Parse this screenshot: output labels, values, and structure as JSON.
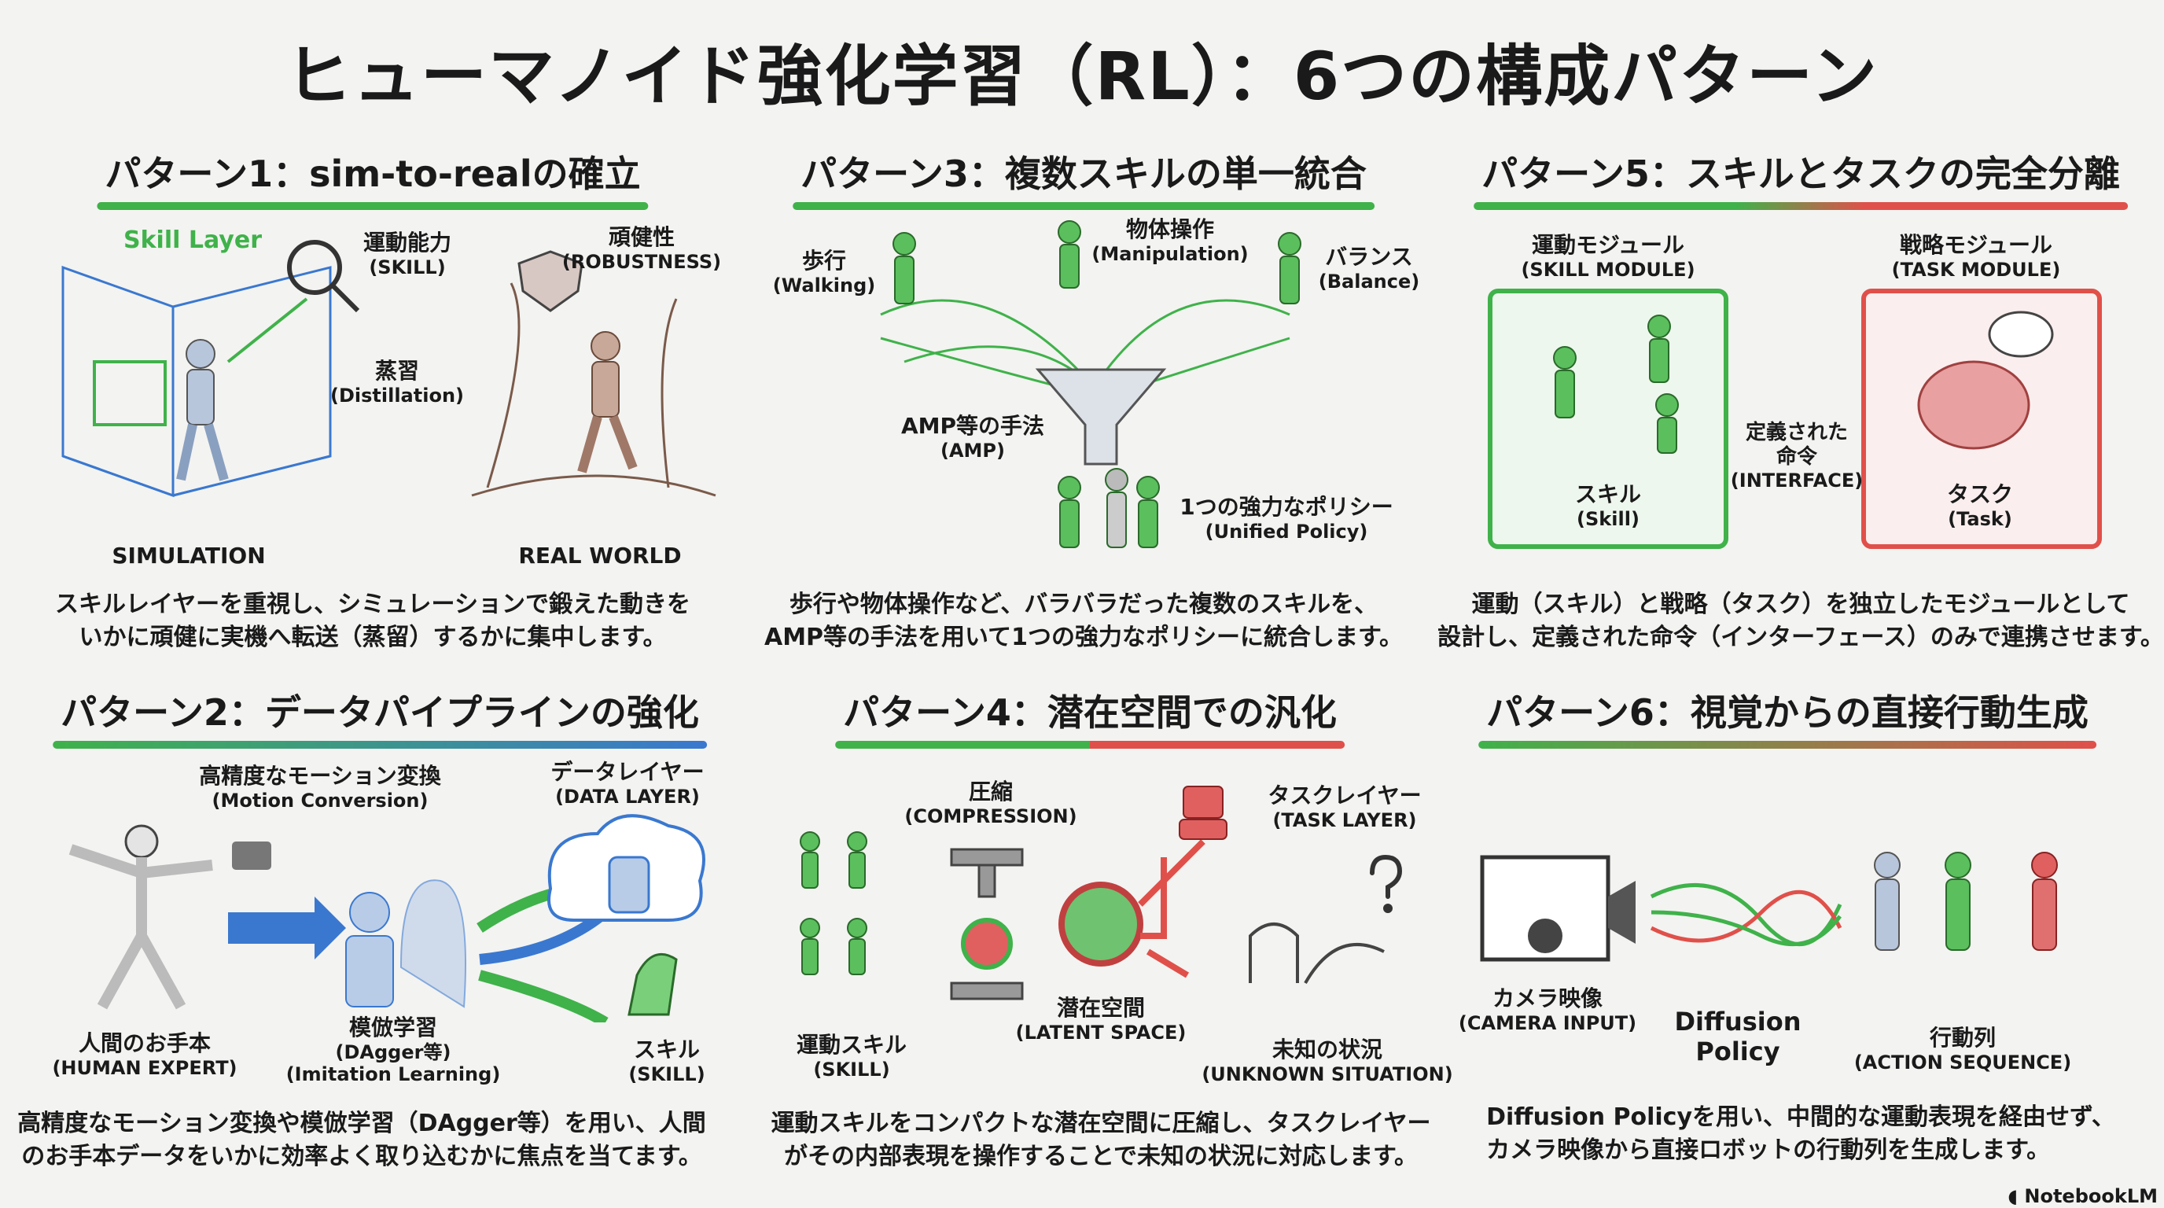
{
  "title": "ヒューマノイド強化学習（RL）：6つの構成パターン",
  "colors": {
    "green": "#3fb24a",
    "blue": "#3a78d0",
    "red": "#e0504a"
  },
  "p1": {
    "heading": "パターン1：sim-to-realの確立",
    "skill_layer": "Skill Layer",
    "skill_jp": "運動能力",
    "skill_en": "(SKILL)",
    "robust_jp": "頑健性",
    "robust_en": "(ROBUSTNESS)",
    "distill_jp": "蒸習",
    "distill_en": "(Distillation)",
    "sim": "SIMULATION",
    "real": "REAL WORLD",
    "desc1": "スキルレイヤーを重視し、シミュレーションで鍛えた動きを",
    "desc2": "いかに頑健に実機へ転送（蒸留）するかに集中します。"
  },
  "p2": {
    "heading": "パターン2：データパイプラインの強化",
    "motion_jp": "高精度なモーション変換",
    "motion_en": "(Motion Conversion)",
    "data_jp": "データレイヤー",
    "data_en": "(DATA LAYER)",
    "human_jp": "人間のお手本",
    "human_en": "(HUMAN EXPERT)",
    "imit_jp": "模倣学習",
    "imit_en1": "(DAgger等)",
    "imit_en2": "(Imitation Learning)",
    "skill_jp": "スキル",
    "skill_en": "(SKILL)",
    "desc1": "高精度なモーション変換や模倣学習（DAgger等）を用い、人間",
    "desc2": "のお手本データをいかに効率よく取り込むかに焦点を当てます。"
  },
  "p3": {
    "heading": "パターン3：複数スキルの単一統合",
    "walk_jp": "歩行",
    "walk_en": "(Walking)",
    "manip_jp": "物体操作",
    "manip_en": "(Manipulation)",
    "bal_jp": "バランス",
    "bal_en": "(Balance)",
    "amp_jp": "AMP等の手法",
    "amp_en": "(AMP)",
    "uni_jp": "1つの強力なポリシー",
    "uni_en": "(Unified Policy)",
    "desc1": "歩行や物体操作など、バラバラだった複数のスキルを、",
    "desc2": "AMP等の手法を用いて1つの強力なポリシーに統合します。"
  },
  "p4": {
    "heading": "パターン4：潜在空間での汎化",
    "comp_jp": "圧縮",
    "comp_en": "(COMPRESSION)",
    "task_jp": "タスクレイヤー",
    "task_en": "(TASK LAYER)",
    "latent_jp": "潜在空間",
    "latent_en": "(LATENT SPACE)",
    "skill_jp": "運動スキル",
    "skill_en": "(SKILL)",
    "unk_jp": "未知の状況",
    "unk_en": "(UNKNOWN SITUATION)",
    "desc1": "運動スキルをコンパクトな潜在空間に圧縮し、タスクレイヤー",
    "desc2": "がその内部表現を操作することで未知の状況に対応します。"
  },
  "p5": {
    "heading": "パターン5：スキルとタスクの完全分離",
    "sm_jp": "運動モジュール",
    "sm_en": "(SKILL MODULE)",
    "tm_jp": "戦略モジュール",
    "tm_en": "(TASK MODULE)",
    "if_jp1": "定義された",
    "if_jp2": "命令",
    "if_en": "(INTERFACE)",
    "skill_jp": "スキル",
    "skill_en": "(Skill)",
    "task_jp": "タスク",
    "task_en": "(Task)",
    "desc1": "運動（スキル）と戦略（タスク）を独立したモジュールとして",
    "desc2": "設計し、定義された命令（インターフェース）のみで連携させます。"
  },
  "p6": {
    "heading": "パターン6：視覚からの直接行動生成",
    "cam_jp": "カメラ映像",
    "cam_en": "(CAMERA INPUT)",
    "diff1": "Diffusion",
    "diff2": "Policy",
    "act_jp": "行動列",
    "act_en": "(ACTION SEQUENCE)",
    "desc1": "Diffusion Policyを用い、中間的な運動表現を経由せず、",
    "desc2": "カメラ映像から直接ロボットの行動列を生成します。"
  },
  "logo": "NotebookLM"
}
